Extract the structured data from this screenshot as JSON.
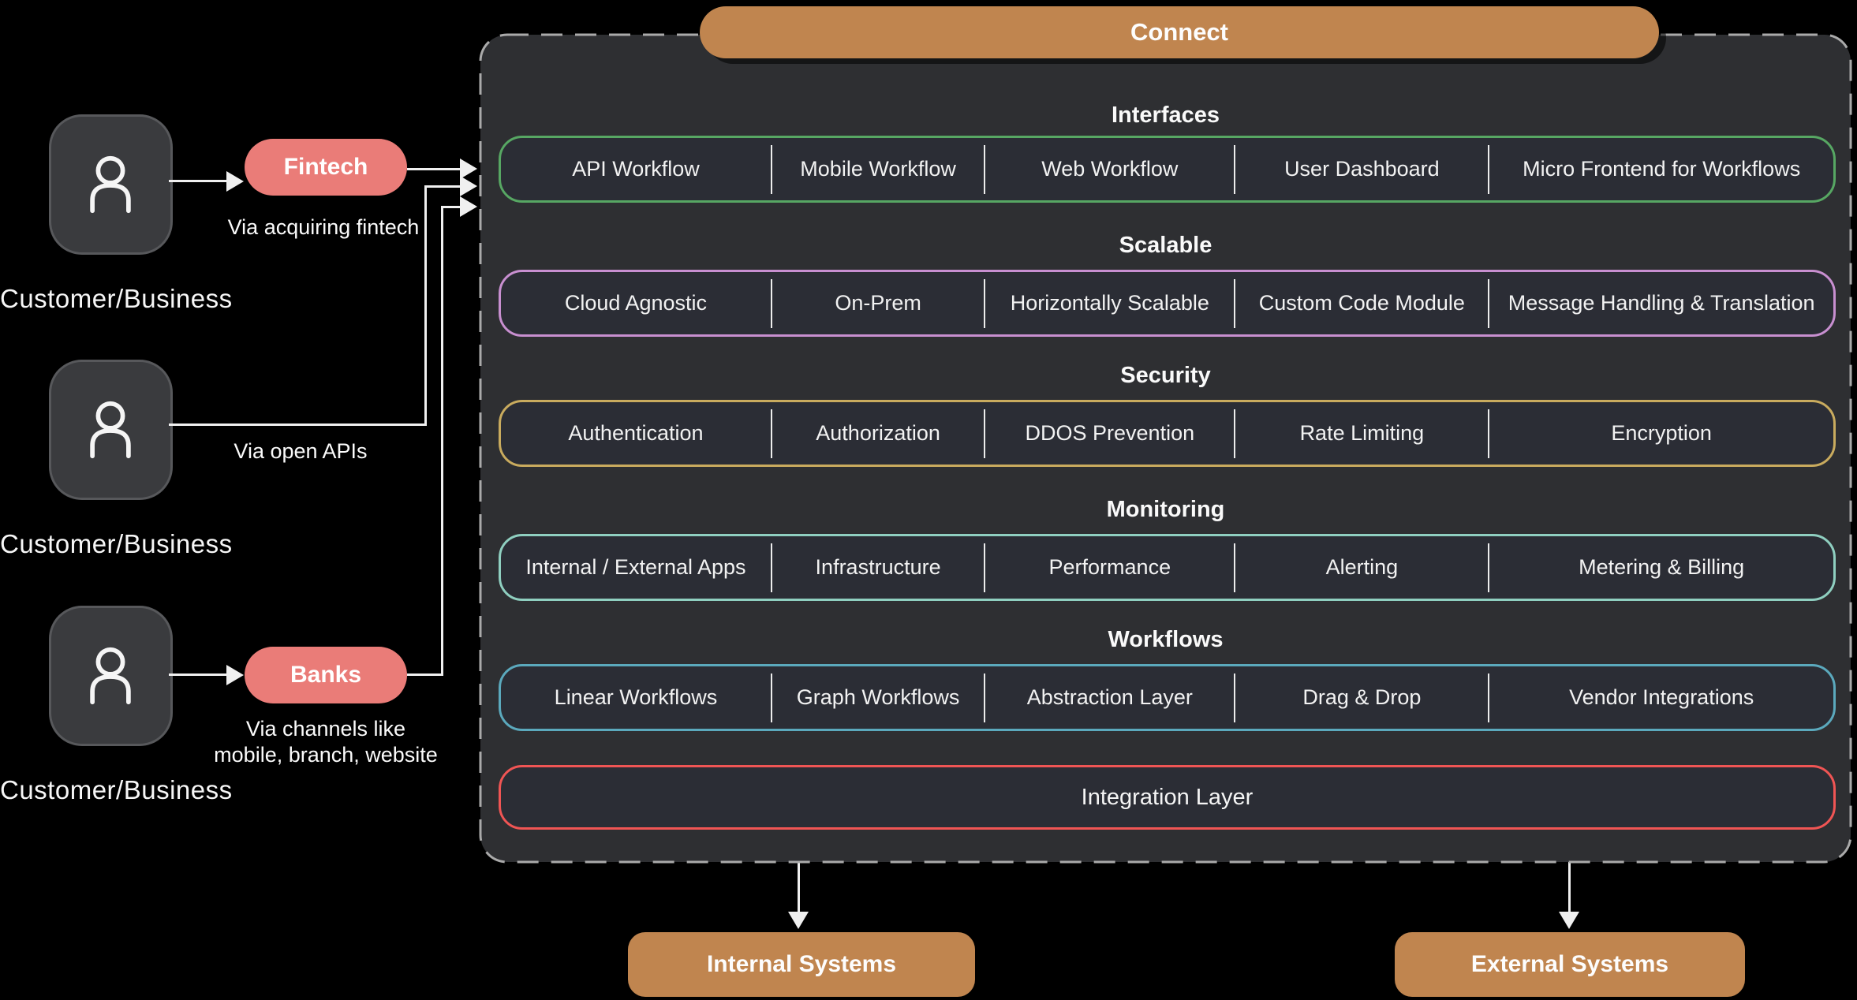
{
  "page": {
    "background": "#000000"
  },
  "actors": [
    {
      "label": "Customer/Business"
    },
    {
      "label": "Customer/Business"
    },
    {
      "label": "Customer/Business"
    }
  ],
  "channels": {
    "fintech": {
      "label": "Fintech",
      "note": "Via acquiring fintech"
    },
    "open_apis": {
      "note": "Via open APIs"
    },
    "banks": {
      "label": "Banks",
      "note_line1": "Via channels like",
      "note_line2": "mobile, branch, website"
    }
  },
  "connect": {
    "title": "Connect",
    "sections": [
      {
        "label": "Interfaces",
        "border_color": "#57a763",
        "items": [
          "API Workflow",
          "Mobile Workflow",
          "Web Workflow",
          "User Dashboard",
          "Micro Frontend for Workflows"
        ]
      },
      {
        "label": "Scalable",
        "border_color": "#c88fd0",
        "items": [
          "Cloud Agnostic",
          "On-Prem",
          "Horizontally Scalable",
          "Custom Code Module",
          "Message Handling & Translation"
        ]
      },
      {
        "label": "Security",
        "border_color": "#c9ab5e",
        "items": [
          "Authentication",
          "Authorization",
          "DDOS Prevention",
          "Rate Limiting",
          "Encryption"
        ]
      },
      {
        "label": "Monitoring",
        "border_color": "#8fcfc0",
        "items": [
          "Internal / External Apps",
          "Infrastructure",
          "Performance",
          "Alerting",
          "Metering & Billing"
        ]
      },
      {
        "label": "Workflows",
        "border_color": "#5ba9bd",
        "items": [
          "Linear Workflows",
          "Graph Workflows",
          "Abstraction Layer",
          "Drag & Drop",
          "Vendor Integrations"
        ]
      }
    ],
    "integration_layer": {
      "label": "Integration Layer",
      "border_color": "#f05554"
    }
  },
  "systems": {
    "internal": {
      "label": "Internal Systems"
    },
    "external": {
      "label": "External Systems"
    }
  },
  "colors": {
    "accent_tan": "#c0854f",
    "accent_salmon": "#ea7c78",
    "panel_bg": "#2e2f32",
    "node_bg": "#2b2d35",
    "dashed_border": "#aaaaaa",
    "arrow": "#f0f0f0",
    "icon_box_bg": "#3a3b3e",
    "icon_box_border": "#57585b"
  },
  "icons": {
    "actor": "person-icon"
  }
}
